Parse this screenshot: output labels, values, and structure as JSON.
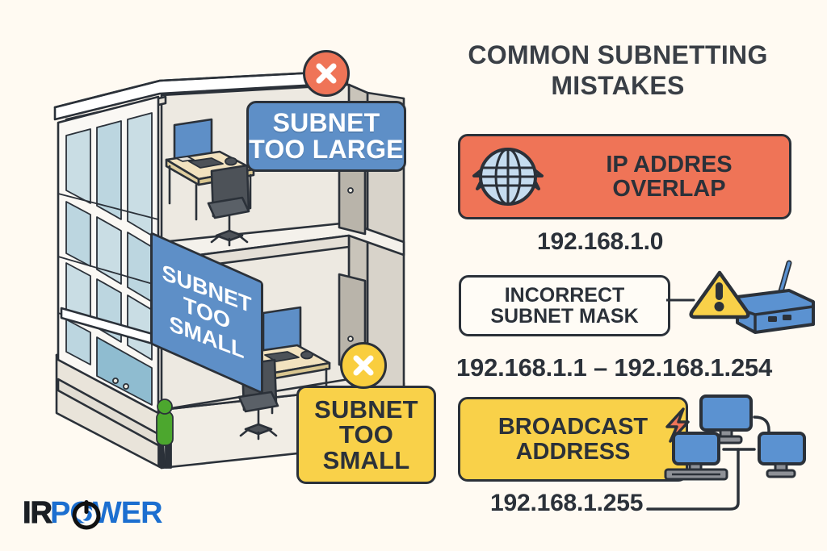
{
  "background_color": "#FFFAF2",
  "illustration": {
    "name": "isometric-office-building-cutaway",
    "labels": {
      "subnet_too_large": {
        "line1": "SUBNET",
        "line2": "TOO LARGE",
        "bg": "#5E8FC7",
        "text_color": "#FFFFFF"
      },
      "subnet_too_small_blue": {
        "line1": "SUBNET",
        "line2": "TOO",
        "line3": "SMALL",
        "bg": "#5E8FC7",
        "text_color": "#FFFFFF"
      },
      "subnet_too_small_yellow": {
        "line1": "SUBNET",
        "line2": "TOO",
        "line3": "SMALL",
        "bg": "#F9D149",
        "text_color": "#2B3139"
      }
    },
    "badges": [
      {
        "name": "error-x-red",
        "color": "#EF7457",
        "glyph": "x-mark"
      },
      {
        "name": "error-x-yellow",
        "color": "#F9CE3E",
        "glyph": "x-mark"
      }
    ]
  },
  "logo": {
    "part1": "IR",
    "part2": "POWER",
    "part1_color": "#1B1F24",
    "part2_color": "#1C6FD0",
    "mark": "power-button-icon"
  },
  "header": {
    "title_line1": "COMMON SUBNETTING",
    "title_line2": "MISTAKES",
    "title_color": "#3A3F46"
  },
  "mistakes": [
    {
      "id": "ip-address-overlap",
      "title_line1": "IP ADDRES",
      "title_line2": "OVERLAP",
      "banner_color": "#EF7457",
      "icon": "globe-with-lightning-icon",
      "icon_fill": "#C5DCEF",
      "value": "192.168.1.0"
    },
    {
      "id": "incorrect-subnet-mask",
      "title_line1": "INCORRECT",
      "title_line2": "SUBNET MASK",
      "banner_color": "#FFFCF6",
      "icon": "warning-triangle-icon",
      "icon_fill": "#F9D149",
      "device": "wireless-router-icon",
      "device_fill": "#5B92D1",
      "value": "192.168.1.1 – 192.168.1.254"
    },
    {
      "id": "broadcast-address",
      "title_line1": "BROADCAST",
      "title_line2": "ADDRESS",
      "banner_color": "#F9D149",
      "icon": "lightning-bolt-icon",
      "icon_fill": "#EF7457",
      "device": "three-monitor-network-icon",
      "device_fill": "#5B92D1",
      "value": "192.168.1.255"
    }
  ]
}
